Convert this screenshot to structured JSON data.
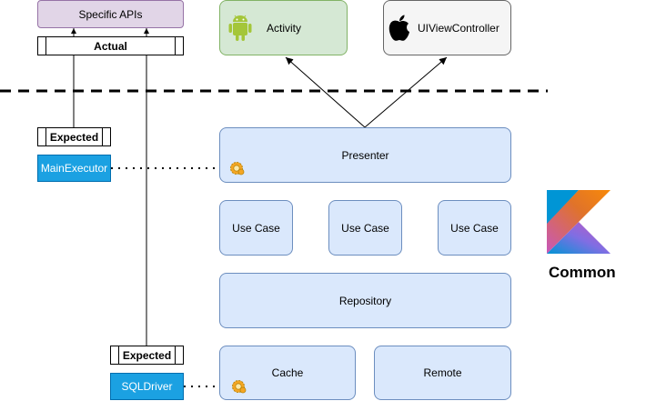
{
  "layers": {
    "platform": {
      "specific_apis": "Specific APIs",
      "actual": "Actual",
      "activity": "Activity",
      "ui_view_controller": "UIViewController"
    },
    "common": {
      "expected_top": "Expected",
      "main_executor": "MainExecutor",
      "presenter": "Presenter",
      "use_cases": [
        "Use Case",
        "Use Case",
        "Use Case"
      ],
      "repository": "Repository",
      "expected_bottom": "Expected",
      "sql_driver": "SQLDriver",
      "cache": "Cache",
      "remote": "Remote",
      "label": "Common"
    }
  },
  "icons": {
    "android": "android-icon",
    "apple": "apple-icon",
    "gear": "gear-icon",
    "kotlin": "kotlin-logo"
  },
  "colors": {
    "box_fill": "#dae8fc",
    "box_stroke": "#6c8ebf",
    "specific_fill": "#e1d5e7",
    "activity_fill": "#d5e8d4",
    "ios_fill": "#f5f5f5",
    "impl_fill": "#1ba1e2",
    "android_green": "#a4c639"
  }
}
